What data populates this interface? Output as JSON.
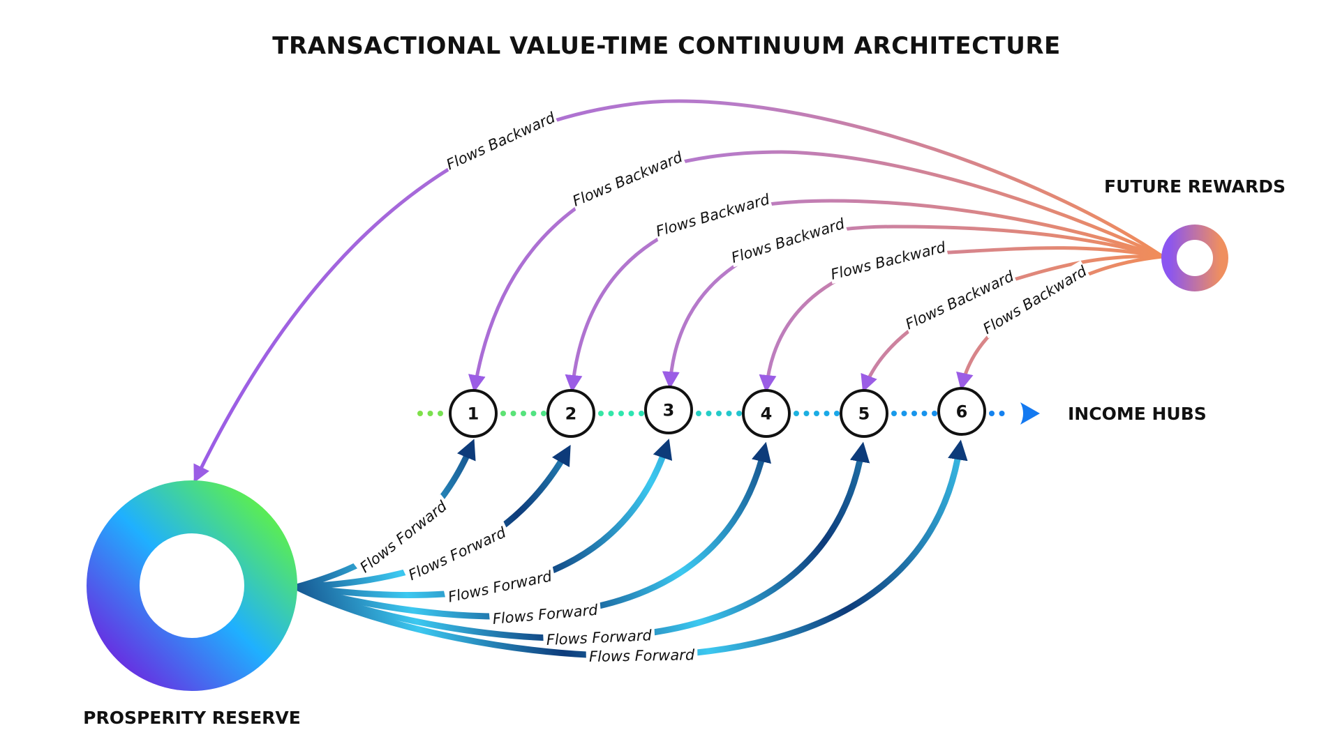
{
  "title": "TRANSACTIONAL VALUE-TIME CONTINUUM ARCHITECTURE",
  "nodes": {
    "reserve": "PROSPERITY RESERVE",
    "future": "FUTURE REWARDS",
    "hubs": "INCOME HUBS"
  },
  "hubs": [
    "1",
    "2",
    "3",
    "4",
    "5",
    "6"
  ],
  "flows": {
    "backward": [
      "Flows Backward",
      "Flows Backward",
      "Flows Backward",
      "Flows Backward",
      "Flows Backward",
      "Flows Backward",
      "Flows Backward"
    ],
    "forward": [
      "Flows Forward",
      "Flows Forward",
      "Flows Forward",
      "Flows Forward",
      "Flows Forward",
      "Flows Forward"
    ]
  },
  "colors": {
    "backward_purple": "#9b5de5",
    "backward_orange": "#f08c5a",
    "forward_dark": "#0d3b7a",
    "forward_light": "#3cc8f0",
    "reserve_gradient": [
      "#6a2be0",
      "#1fb0ff",
      "#5ef04a"
    ],
    "future_gradient": [
      "#8b55f0",
      "#ef8f5f"
    ],
    "timeline_gradient": [
      "#7fe04a",
      "#2ee6b0",
      "#1aa8e8",
      "#1479f0"
    ]
  }
}
